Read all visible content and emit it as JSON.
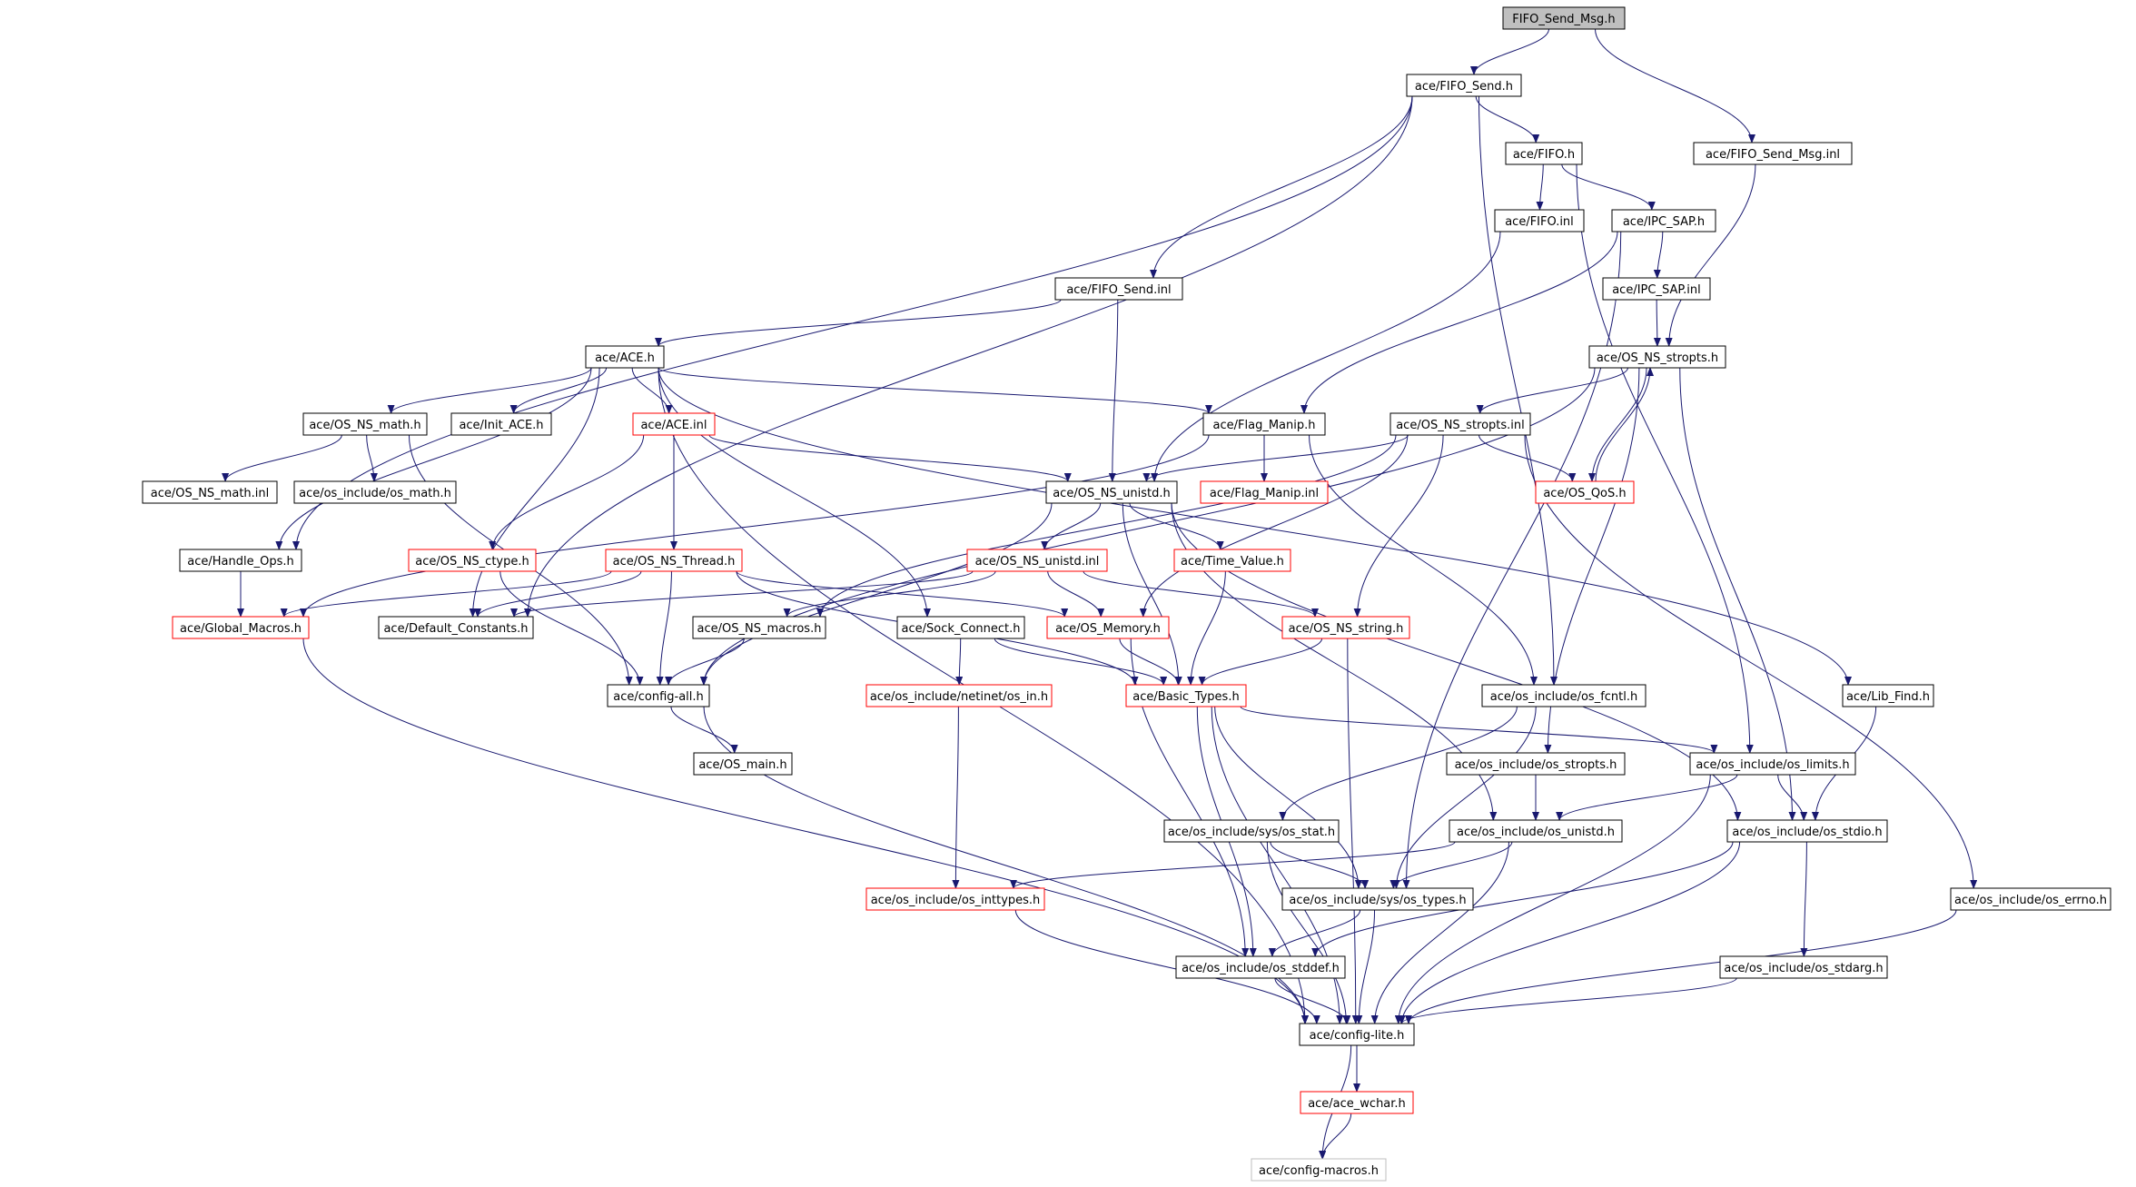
{
  "title": "FIFO_Send_Msg.h",
  "colors": {
    "edge": "#191970",
    "border_normal": "#000000",
    "border_truncated": "#ff0000",
    "border_leaf_external": "#bfbfbf",
    "root_fill": "#bfbfbf",
    "fill": "#ffffff",
    "text": "#000000"
  },
  "nodes": [
    {
      "id": "root",
      "label": "FIFO_Send_Msg.h",
      "style": "root"
    },
    {
      "id": "fifo_send_h",
      "label": "ace/FIFO_Send.h",
      "style": "normal"
    },
    {
      "id": "fifo_send_msg_inl",
      "label": "ace/FIFO_Send_Msg.inl",
      "style": "normal"
    },
    {
      "id": "fifo_h",
      "label": "ace/FIFO.h",
      "style": "normal"
    },
    {
      "id": "fifo_inl",
      "label": "ace/FIFO.inl",
      "style": "normal"
    },
    {
      "id": "ipc_sap_h",
      "label": "ace/IPC_SAP.h",
      "style": "normal"
    },
    {
      "id": "fifo_send_inl",
      "label": "ace/FIFO_Send.inl",
      "style": "normal"
    },
    {
      "id": "ipc_sap_inl",
      "label": "ace/IPC_SAP.inl",
      "style": "normal"
    },
    {
      "id": "ace_h",
      "label": "ace/ACE.h",
      "style": "normal"
    },
    {
      "id": "os_ns_stropts_h",
      "label": "ace/OS_NS_stropts.h",
      "style": "normal"
    },
    {
      "id": "os_ns_math_h",
      "label": "ace/OS_NS_math.h",
      "style": "normal"
    },
    {
      "id": "init_ace_h",
      "label": "ace/Init_ACE.h",
      "style": "normal"
    },
    {
      "id": "ace_inl",
      "label": "ace/ACE.inl",
      "style": "truncated"
    },
    {
      "id": "flag_manip_h",
      "label": "ace/Flag_Manip.h",
      "style": "normal"
    },
    {
      "id": "os_ns_stropts_inl",
      "label": "ace/OS_NS_stropts.inl",
      "style": "normal"
    },
    {
      "id": "os_ns_math_inl",
      "label": "ace/OS_NS_math.inl",
      "style": "normal"
    },
    {
      "id": "os_include_os_math_h",
      "label": "ace/os_include/os_math.h",
      "style": "normal"
    },
    {
      "id": "os_ns_unistd_h",
      "label": "ace/OS_NS_unistd.h",
      "style": "normal"
    },
    {
      "id": "flag_manip_inl",
      "label": "ace/Flag_Manip.inl",
      "style": "truncated"
    },
    {
      "id": "os_qos_h",
      "label": "ace/OS_QoS.h",
      "style": "truncated"
    },
    {
      "id": "handle_ops_h",
      "label": "ace/Handle_Ops.h",
      "style": "normal"
    },
    {
      "id": "os_ns_ctype_h",
      "label": "ace/OS_NS_ctype.h",
      "style": "truncated"
    },
    {
      "id": "os_ns_thread_h",
      "label": "ace/OS_NS_Thread.h",
      "style": "truncated"
    },
    {
      "id": "os_ns_unistd_inl",
      "label": "ace/OS_NS_unistd.inl",
      "style": "truncated"
    },
    {
      "id": "time_value_h",
      "label": "ace/Time_Value.h",
      "style": "truncated"
    },
    {
      "id": "global_macros_h",
      "label": "ace/Global_Macros.h",
      "style": "truncated"
    },
    {
      "id": "default_constants_h",
      "label": "ace/Default_Constants.h",
      "style": "normal"
    },
    {
      "id": "os_ns_macros_h",
      "label": "ace/OS_NS_macros.h",
      "style": "normal"
    },
    {
      "id": "sock_connect_h",
      "label": "ace/Sock_Connect.h",
      "style": "normal"
    },
    {
      "id": "os_memory_h",
      "label": "ace/OS_Memory.h",
      "style": "truncated"
    },
    {
      "id": "os_ns_string_h",
      "label": "ace/OS_NS_string.h",
      "style": "truncated"
    },
    {
      "id": "config_all_h",
      "label": "ace/config-all.h",
      "style": "normal"
    },
    {
      "id": "netinet_os_in_h",
      "label": "ace/os_include/netinet/os_in.h",
      "style": "truncated"
    },
    {
      "id": "basic_types_h",
      "label": "ace/Basic_Types.h",
      "style": "truncated"
    },
    {
      "id": "os_fcntl_h",
      "label": "ace/os_include/os_fcntl.h",
      "style": "normal"
    },
    {
      "id": "lib_find_h",
      "label": "ace/Lib_Find.h",
      "style": "normal"
    },
    {
      "id": "os_main_h",
      "label": "ace/OS_main.h",
      "style": "normal"
    },
    {
      "id": "os_stropts_h",
      "label": "ace/os_include/os_stropts.h",
      "style": "normal"
    },
    {
      "id": "os_limits_h",
      "label": "ace/os_include/os_limits.h",
      "style": "normal"
    },
    {
      "id": "sys_os_stat_h",
      "label": "ace/os_include/sys/os_stat.h",
      "style": "normal"
    },
    {
      "id": "os_unistd_h",
      "label": "ace/os_include/os_unistd.h",
      "style": "normal"
    },
    {
      "id": "os_stdio_h",
      "label": "ace/os_include/os_stdio.h",
      "style": "normal"
    },
    {
      "id": "os_inttypes_h",
      "label": "ace/os_include/os_inttypes.h",
      "style": "truncated"
    },
    {
      "id": "sys_os_types_h",
      "label": "ace/os_include/sys/os_types.h",
      "style": "normal"
    },
    {
      "id": "os_errno_h",
      "label": "ace/os_include/os_errno.h",
      "style": "normal"
    },
    {
      "id": "os_stddef_h",
      "label": "ace/os_include/os_stddef.h",
      "style": "normal"
    },
    {
      "id": "os_stdarg_h",
      "label": "ace/os_include/os_stdarg.h",
      "style": "normal"
    },
    {
      "id": "config_lite_h",
      "label": "ace/config-lite.h",
      "style": "normal"
    },
    {
      "id": "ace_wchar_h",
      "label": "ace/ace_wchar.h",
      "style": "truncated"
    },
    {
      "id": "config_macros_h",
      "label": "ace/config-macros.h",
      "style": "external"
    }
  ],
  "edges": [
    [
      "root",
      "fifo_send_h"
    ],
    [
      "root",
      "fifo_send_msg_inl"
    ],
    [
      "fifo_send_h",
      "fifo_h"
    ],
    [
      "fifo_send_h",
      "fifo_send_inl"
    ],
    [
      "fifo_send_h",
      "os_fcntl_h"
    ],
    [
      "fifo_send_h",
      "default_constants_h"
    ],
    [
      "fifo_send_h",
      "handle_ops_h"
    ],
    [
      "fifo_send_msg_inl",
      "os_ns_stropts_h"
    ],
    [
      "fifo_h",
      "fifo_inl"
    ],
    [
      "fifo_h",
      "ipc_sap_h"
    ],
    [
      "fifo_h",
      "os_limits_h"
    ],
    [
      "fifo_inl",
      "os_ns_unistd_h"
    ],
    [
      "ipc_sap_h",
      "ipc_sap_inl"
    ],
    [
      "ipc_sap_h",
      "flag_manip_h"
    ],
    [
      "ipc_sap_h",
      "sys_os_types_h"
    ],
    [
      "ipc_sap_inl",
      "os_ns_stropts_h"
    ],
    [
      "fifo_send_inl",
      "ace_h"
    ],
    [
      "fifo_send_inl",
      "os_ns_unistd_h"
    ],
    [
      "ace_h",
      "os_ns_math_h"
    ],
    [
      "ace_h",
      "init_ace_h"
    ],
    [
      "ace_h",
      "ace_inl"
    ],
    [
      "ace_h",
      "flag_manip_h"
    ],
    [
      "ace_h",
      "handle_ops_h"
    ],
    [
      "ace_h",
      "lib_find_h"
    ],
    [
      "ace_h",
      "sock_connect_h"
    ],
    [
      "ace_h",
      "default_constants_h"
    ],
    [
      "ace_h",
      "config_lite_h"
    ],
    [
      "os_ns_stropts_h",
      "os_ns_stropts_inl"
    ],
    [
      "os_ns_stropts_h",
      "os_qos_h"
    ],
    [
      "os_ns_stropts_h",
      "config_all_h"
    ],
    [
      "os_ns_stropts_h",
      "os_stropts_h"
    ],
    [
      "os_ns_stropts_h",
      "os_stdio_h"
    ],
    [
      "os_ns_math_h",
      "os_ns_math_inl"
    ],
    [
      "os_ns_math_h",
      "os_include_os_math_h"
    ],
    [
      "os_ns_math_h",
      "config_all_h"
    ],
    [
      "ace_inl",
      "os_ns_unistd_h"
    ],
    [
      "ace_inl",
      "os_ns_ctype_h"
    ],
    [
      "ace_inl",
      "os_ns_thread_h"
    ],
    [
      "flag_manip_h",
      "flag_manip_inl"
    ],
    [
      "flag_manip_h",
      "global_macros_h"
    ],
    [
      "flag_manip_h",
      "os_fcntl_h"
    ],
    [
      "os_ns_stropts_inl",
      "os_ns_unistd_h"
    ],
    [
      "os_ns_stropts_inl",
      "os_qos_h"
    ],
    [
      "os_ns_stropts_inl",
      "os_ns_macros_h"
    ],
    [
      "os_ns_stropts_inl",
      "os_memory_h"
    ],
    [
      "os_ns_stropts_inl",
      "os_ns_string_h"
    ],
    [
      "os_ns_stropts_inl",
      "os_errno_h"
    ],
    [
      "os_qos_h",
      "os_ns_stropts_h"
    ],
    [
      "os_ns_unistd_h",
      "os_ns_unistd_inl"
    ],
    [
      "os_ns_unistd_h",
      "time_value_h"
    ],
    [
      "os_ns_unistd_h",
      "basic_types_h"
    ],
    [
      "os_ns_unistd_h",
      "config_all_h"
    ],
    [
      "os_ns_unistd_h",
      "os_unistd_h"
    ],
    [
      "os_ns_unistd_h",
      "os_stdio_h"
    ],
    [
      "handle_ops_h",
      "global_macros_h"
    ],
    [
      "os_ns_ctype_h",
      "config_all_h"
    ],
    [
      "os_ns_thread_h",
      "global_macros_h"
    ],
    [
      "os_ns_thread_h",
      "default_constants_h"
    ],
    [
      "os_ns_thread_h",
      "config_all_h"
    ],
    [
      "os_ns_thread_h",
      "os_memory_h"
    ],
    [
      "os_ns_thread_h",
      "basic_types_h"
    ],
    [
      "os_ns_unistd_inl",
      "os_ns_macros_h"
    ],
    [
      "os_ns_unistd_inl",
      "os_memory_h"
    ],
    [
      "os_ns_unistd_inl",
      "os_ns_string_h"
    ],
    [
      "os_ns_unistd_inl",
      "default_constants_h"
    ],
    [
      "time_value_h",
      "basic_types_h"
    ],
    [
      "global_macros_h",
      "config_lite_h"
    ],
    [
      "os_ns_macros_h",
      "config_all_h"
    ],
    [
      "sock_connect_h",
      "netinet_os_in_h"
    ],
    [
      "sock_connect_h",
      "basic_types_h"
    ],
    [
      "os_memory_h",
      "basic_types_h"
    ],
    [
      "os_memory_h",
      "os_stddef_h"
    ],
    [
      "os_ns_string_h",
      "basic_types_h"
    ],
    [
      "os_ns_string_h",
      "config_lite_h"
    ],
    [
      "config_all_h",
      "os_main_h"
    ],
    [
      "config_all_h",
      "config_lite_h"
    ],
    [
      "netinet_os_in_h",
      "os_inttypes_h"
    ],
    [
      "basic_types_h",
      "os_limits_h"
    ],
    [
      "basic_types_h",
      "sys_os_types_h"
    ],
    [
      "basic_types_h",
      "os_stddef_h"
    ],
    [
      "basic_types_h",
      "config_lite_h"
    ],
    [
      "os_fcntl_h",
      "sys_os_stat_h"
    ],
    [
      "os_fcntl_h",
      "sys_os_types_h"
    ],
    [
      "lib_find_h",
      "os_stdio_h"
    ],
    [
      "os_stropts_h",
      "os_unistd_h"
    ],
    [
      "os_limits_h",
      "os_unistd_h"
    ],
    [
      "os_limits_h",
      "os_stdio_h"
    ],
    [
      "os_limits_h",
      "config_lite_h"
    ],
    [
      "sys_os_stat_h",
      "sys_os_types_h"
    ],
    [
      "sys_os_stat_h",
      "config_lite_h"
    ],
    [
      "os_unistd_h",
      "os_inttypes_h"
    ],
    [
      "os_unistd_h",
      "sys_os_types_h"
    ],
    [
      "os_unistd_h",
      "config_lite_h"
    ],
    [
      "os_stdio_h",
      "os_stdarg_h"
    ],
    [
      "os_stdio_h",
      "os_stddef_h"
    ],
    [
      "os_stdio_h",
      "config_lite_h"
    ],
    [
      "os_inttypes_h",
      "config_lite_h"
    ],
    [
      "sys_os_types_h",
      "os_stddef_h"
    ],
    [
      "sys_os_types_h",
      "config_lite_h"
    ],
    [
      "os_errno_h",
      "config_lite_h"
    ],
    [
      "os_stddef_h",
      "config_lite_h"
    ],
    [
      "os_stdarg_h",
      "config_lite_h"
    ],
    [
      "config_lite_h",
      "ace_wchar_h"
    ],
    [
      "config_lite_h",
      "config_macros_h"
    ],
    [
      "ace_wchar_h",
      "config_macros_h"
    ]
  ]
}
